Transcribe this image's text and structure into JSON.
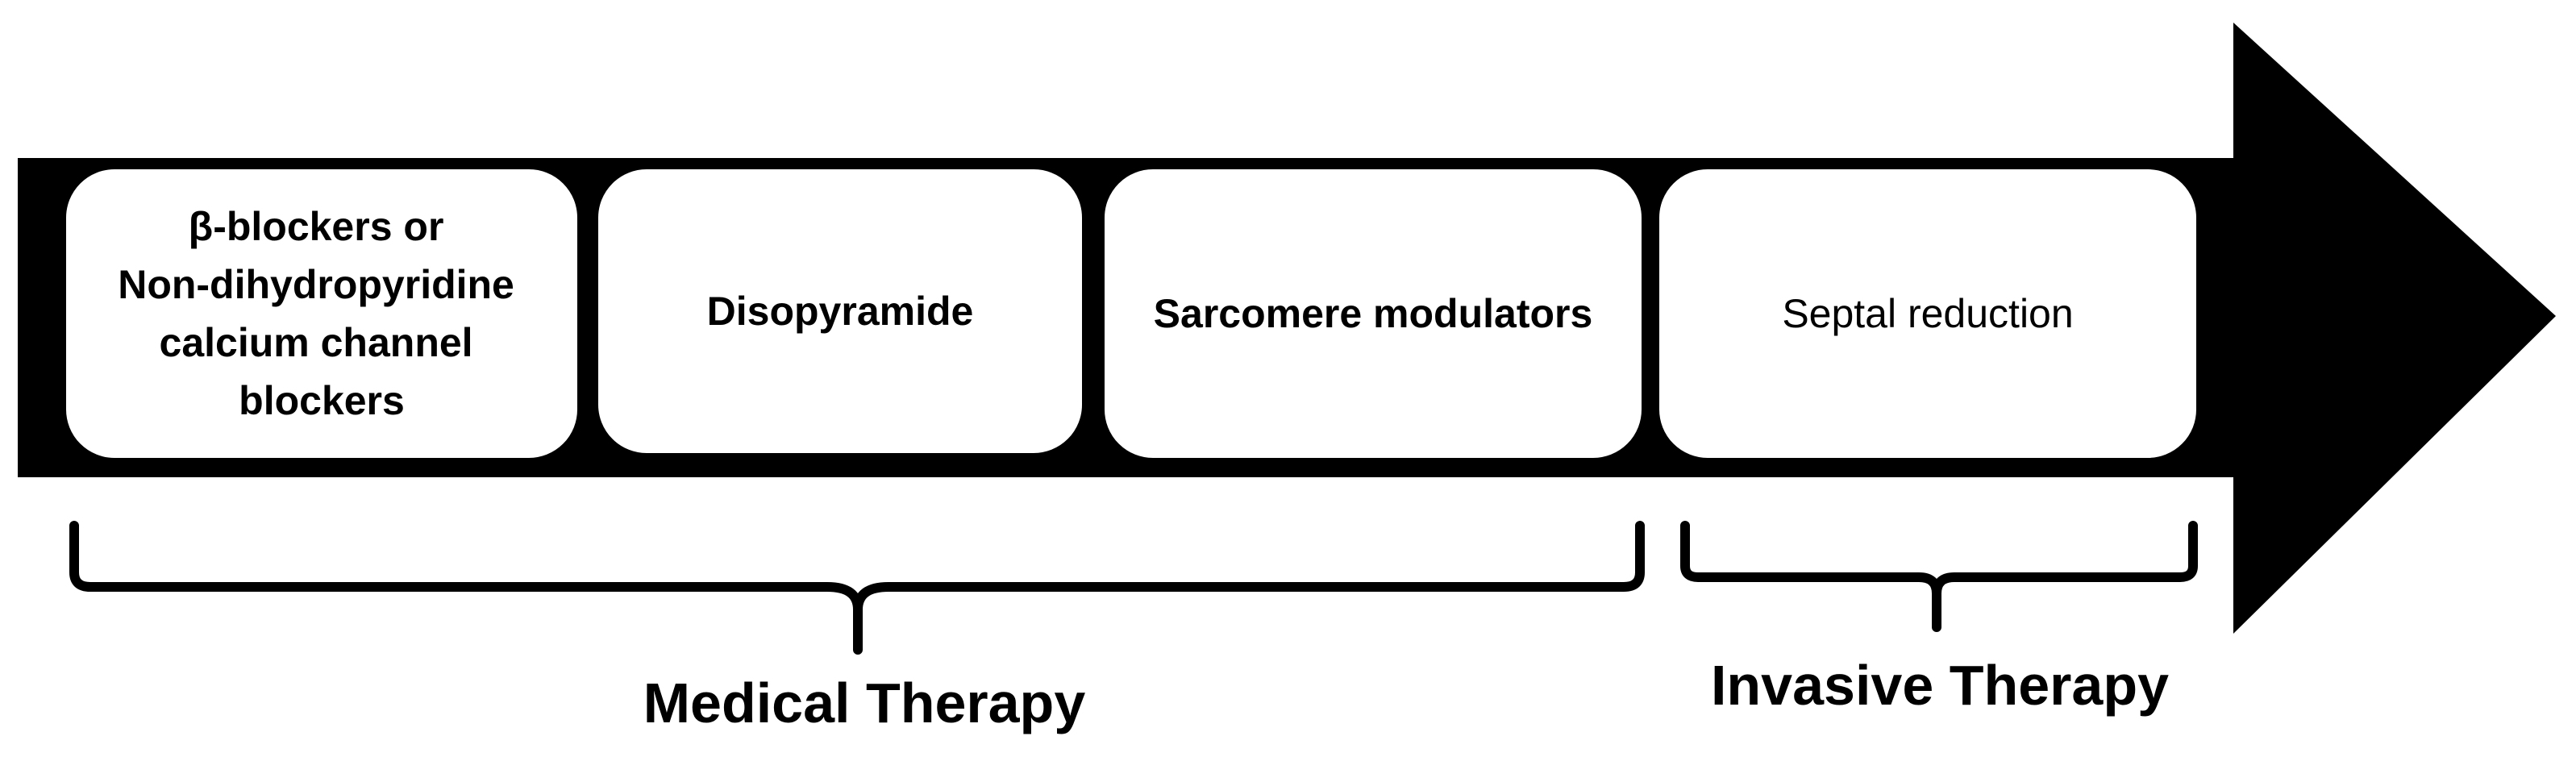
{
  "steps": [
    {
      "id": "beta-blockers",
      "lines": [
        "β-blockers or",
        "Non-dihydropyridine",
        "calcium channel",
        "blockers"
      ],
      "bold": true
    },
    {
      "id": "disopyramide",
      "lines": [
        "Disopyramide"
      ],
      "bold": true
    },
    {
      "id": "sarcomere-modulators",
      "lines": [
        "Sarcomere modulators"
      ],
      "bold": true
    },
    {
      "id": "septal-reduction",
      "lines": [
        "Septal reduction"
      ],
      "bold": false
    }
  ],
  "groups": {
    "medical": {
      "label": "Medical Therapy"
    },
    "invasive": {
      "label": "Invasive Therapy"
    }
  },
  "colors": {
    "arrow": "#000000",
    "box_fill": "#ffffff",
    "box_stroke": "#000000",
    "text": "#000000",
    "background": "#ffffff"
  }
}
